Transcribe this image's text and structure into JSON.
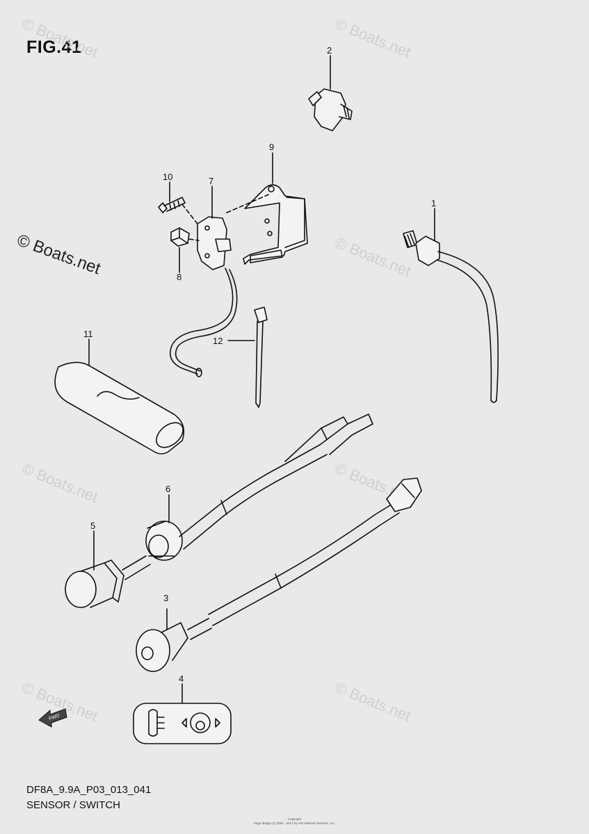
{
  "figure": {
    "title": "FIG.41"
  },
  "footer": {
    "code": "DF8A_9.9A_P03_013_041",
    "caption": "SENSOR / SWITCH",
    "small_title": "Copyright",
    "small_text": "Page design (c) 2004 - 2017 by ARI Network Services, Inc."
  },
  "copyright_mark": "© Boats.net",
  "watermark": "© Boats.net",
  "callouts": [
    "1",
    "2",
    "3",
    "4",
    "5",
    "6",
    "7",
    "8",
    "9",
    "10",
    "11",
    "12"
  ],
  "fwd_label": "FWD",
  "colors": {
    "background": "#e9e9e9",
    "line": "#111111",
    "watermark": "#cfcfcf"
  }
}
